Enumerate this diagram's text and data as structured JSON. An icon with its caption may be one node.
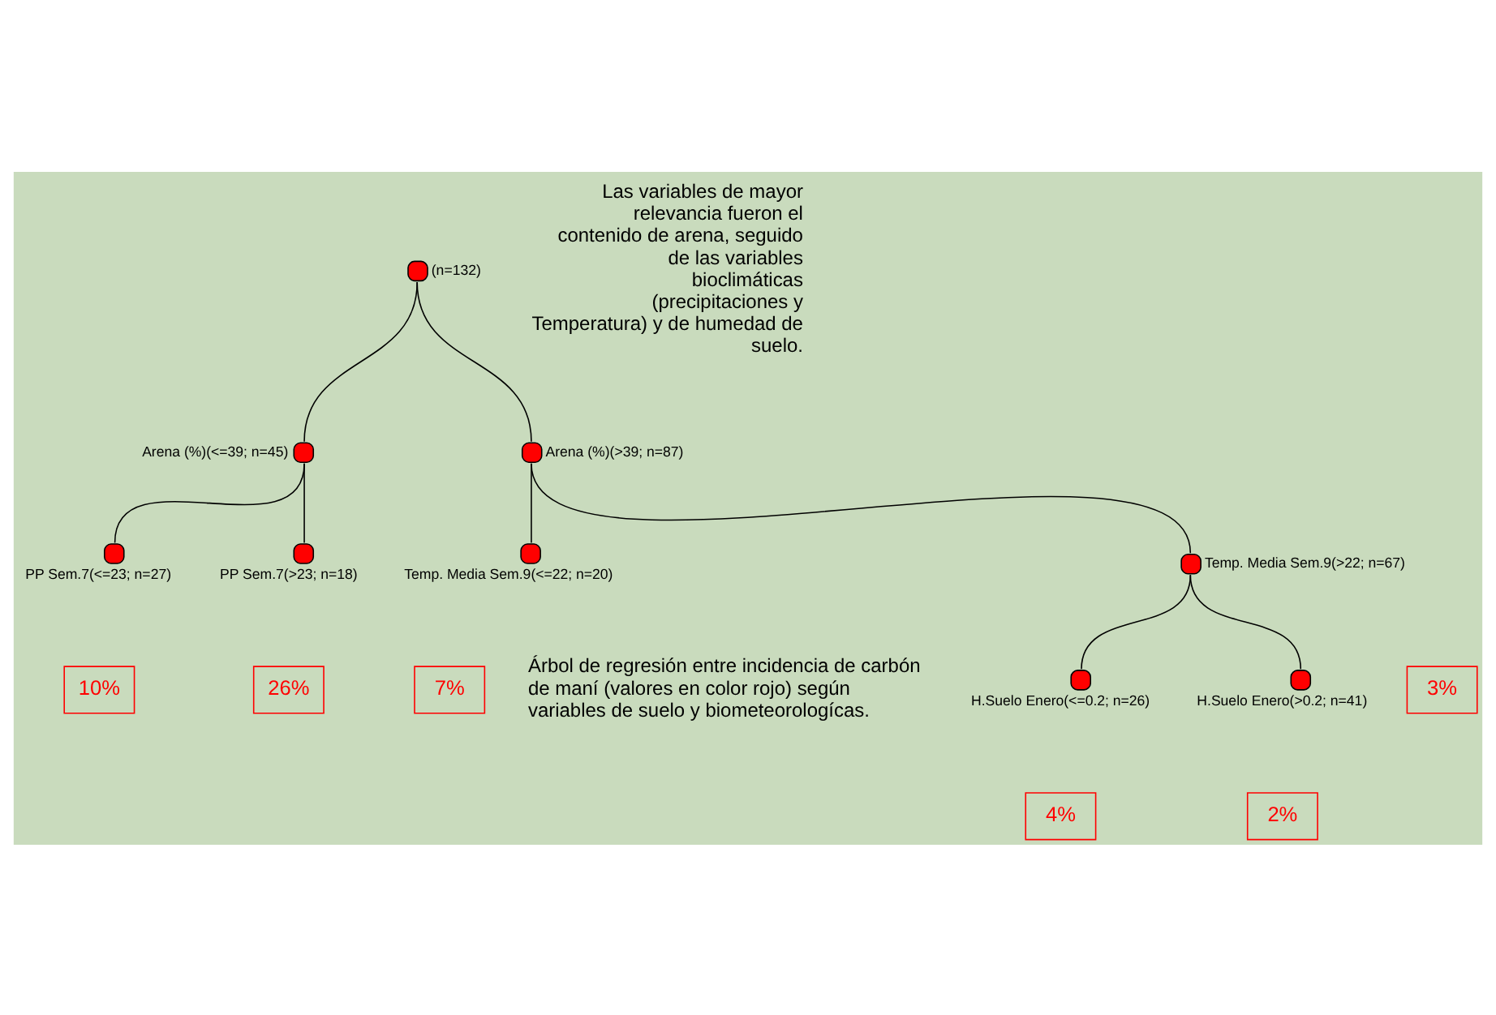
{
  "diagram": {
    "nodes": [
      {
        "text": [],
        "shape": "circle",
        "beside": [
          "(n=132)"
        ]
      },
      {
        "text": [],
        "shape": "circle",
        "beside": [
          "Arena (%)(<=39; n=45)"
        ]
      },
      {
        "text": [],
        "shape": "circle",
        "beside": [
          "Arena (%)(>39; n=87)"
        ]
      },
      {
        "text": [],
        "shape": "circle",
        "beside": [
          "PP Sem.7(<=23; n=27)"
        ]
      },
      {
        "text": [],
        "shape": "circle",
        "beside": [
          "PP Sem.7(>23; n=18)"
        ]
      },
      {
        "text": [],
        "shape": "circle",
        "beside": [
          "Temp. Media Sem.9(<=22; n=20)"
        ]
      },
      {
        "text": [],
        "shape": "circle",
        "beside": [
          "Temp. Media Sem.9(>22; n=67)"
        ]
      },
      {
        "text": [],
        "shape": "circle",
        "beside": [
          "H.Suelo Enero(<=0.2; n=26)"
        ]
      },
      {
        "text": [],
        "shape": "circle",
        "beside": [
          "H.Suelo Enero(>0.2; n=41)"
        ]
      },
      {
        "text": [
          "10%"
        ]
      },
      {
        "text": [
          "26%"
        ]
      },
      {
        "text": [
          "7%"
        ]
      },
      {
        "text": [
          "3%"
        ]
      },
      {
        "text": [
          "4%"
        ]
      },
      {
        "text": [
          "2%"
        ]
      }
    ],
    "edges": [
      {
        "from": 0,
        "to": 1,
        "arrow": "none"
      },
      {
        "from": 0,
        "to": 2,
        "arrow": "none"
      },
      {
        "from": 1,
        "to": 3,
        "arrow": "none"
      },
      {
        "from": 1,
        "to": 4,
        "arrow": "none"
      },
      {
        "from": 2,
        "to": 5,
        "arrow": "none"
      },
      {
        "from": 2,
        "to": 6,
        "arrow": "none"
      },
      {
        "from": 6,
        "to": 7,
        "arrow": "none"
      },
      {
        "from": 6,
        "to": 8,
        "arrow": "none"
      }
    ],
    "labels": [
      "Las variables de mayor relevancia fueron el contenido de arena, seguido de las variables bioclimáticas (precipitaciones y Temperatura) y de humedad de suelo.",
      "Árbol de regresión entre incidencia de carbón de maní (valores en color rojo) según variables de suelo y biometeorologícas."
    ]
  }
}
